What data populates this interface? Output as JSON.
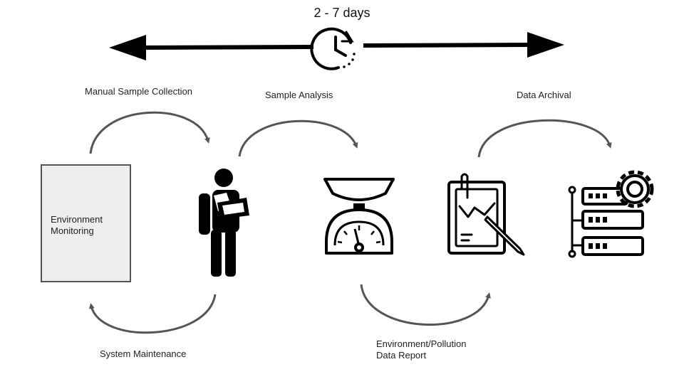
{
  "duration": "2 - 7 days",
  "steps": {
    "manual_collection": "Manual Sample Collection",
    "sample_analysis": "Sample Analysis",
    "data_archival": "Data Archival",
    "system_maintenance": "System Maintenance",
    "report": "Environment/Pollution\nData Report"
  },
  "env_box_label": "Environment\nMonitoring",
  "icons": [
    "clock-icon",
    "person-icon",
    "scale-icon",
    "clipboard-report-icon",
    "server-gear-icon"
  ],
  "colors": {
    "arrow": "#555555",
    "icon": "#111111",
    "box_fill": "#eeeeee",
    "box_border": "#555555"
  }
}
